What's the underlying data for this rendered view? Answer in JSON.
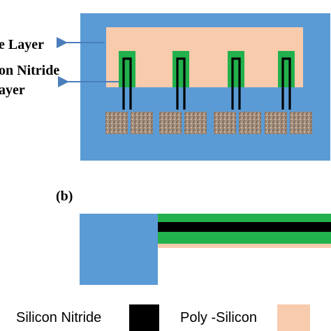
{
  "panel_a": {
    "labels": {
      "top_layer": "e Layer",
      "nitride_line1": "on Nitride",
      "nitride_line2": "ayer"
    },
    "fingers": 4,
    "grain_blocks_per_finger": 2
  },
  "panel_b": {
    "label": "(b)"
  },
  "legend": {
    "item1": "Silicon Nitride",
    "item2": "Poly -Silicon"
  },
  "colors": {
    "substrate_blue": "#5b9bd5",
    "poly_silicon_peach": "#f8cbad",
    "green_layer": "#22b14c",
    "nitride_black": "#000000",
    "arrow_blue": "#4a7ebb"
  }
}
